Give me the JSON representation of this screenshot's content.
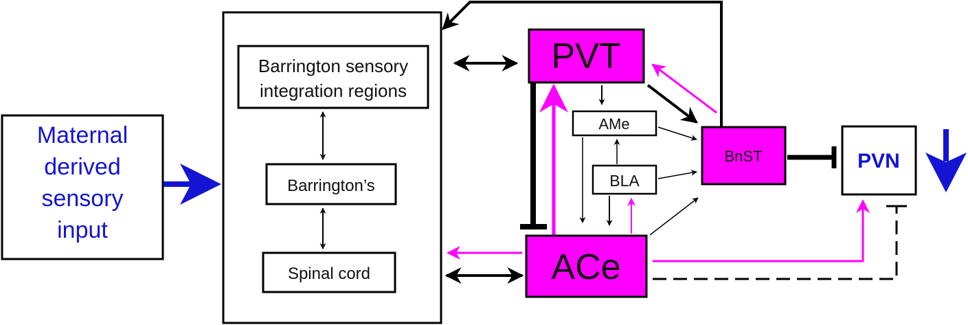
{
  "nodes": {
    "maternal": {
      "lines": [
        "Maternal",
        "derived",
        "sensory",
        "input"
      ]
    },
    "barrington_regions": {
      "lines": [
        "Barrington sensory",
        "integration regions"
      ]
    },
    "barringtons": {
      "label": "Barrington’s"
    },
    "spinal": {
      "label": "Spinal cord"
    },
    "pvt": {
      "label": "PVT"
    },
    "ame": {
      "label": "AMe"
    },
    "bla": {
      "label": "BLA"
    },
    "bnst": {
      "label": "BnST"
    },
    "pvn": {
      "label": "PVN"
    },
    "ace": {
      "label": "ACe"
    }
  },
  "colors": {
    "magenta": "#ff00ff",
    "blue": "#1414d2",
    "black": "#000000",
    "text_black": "#111111"
  }
}
